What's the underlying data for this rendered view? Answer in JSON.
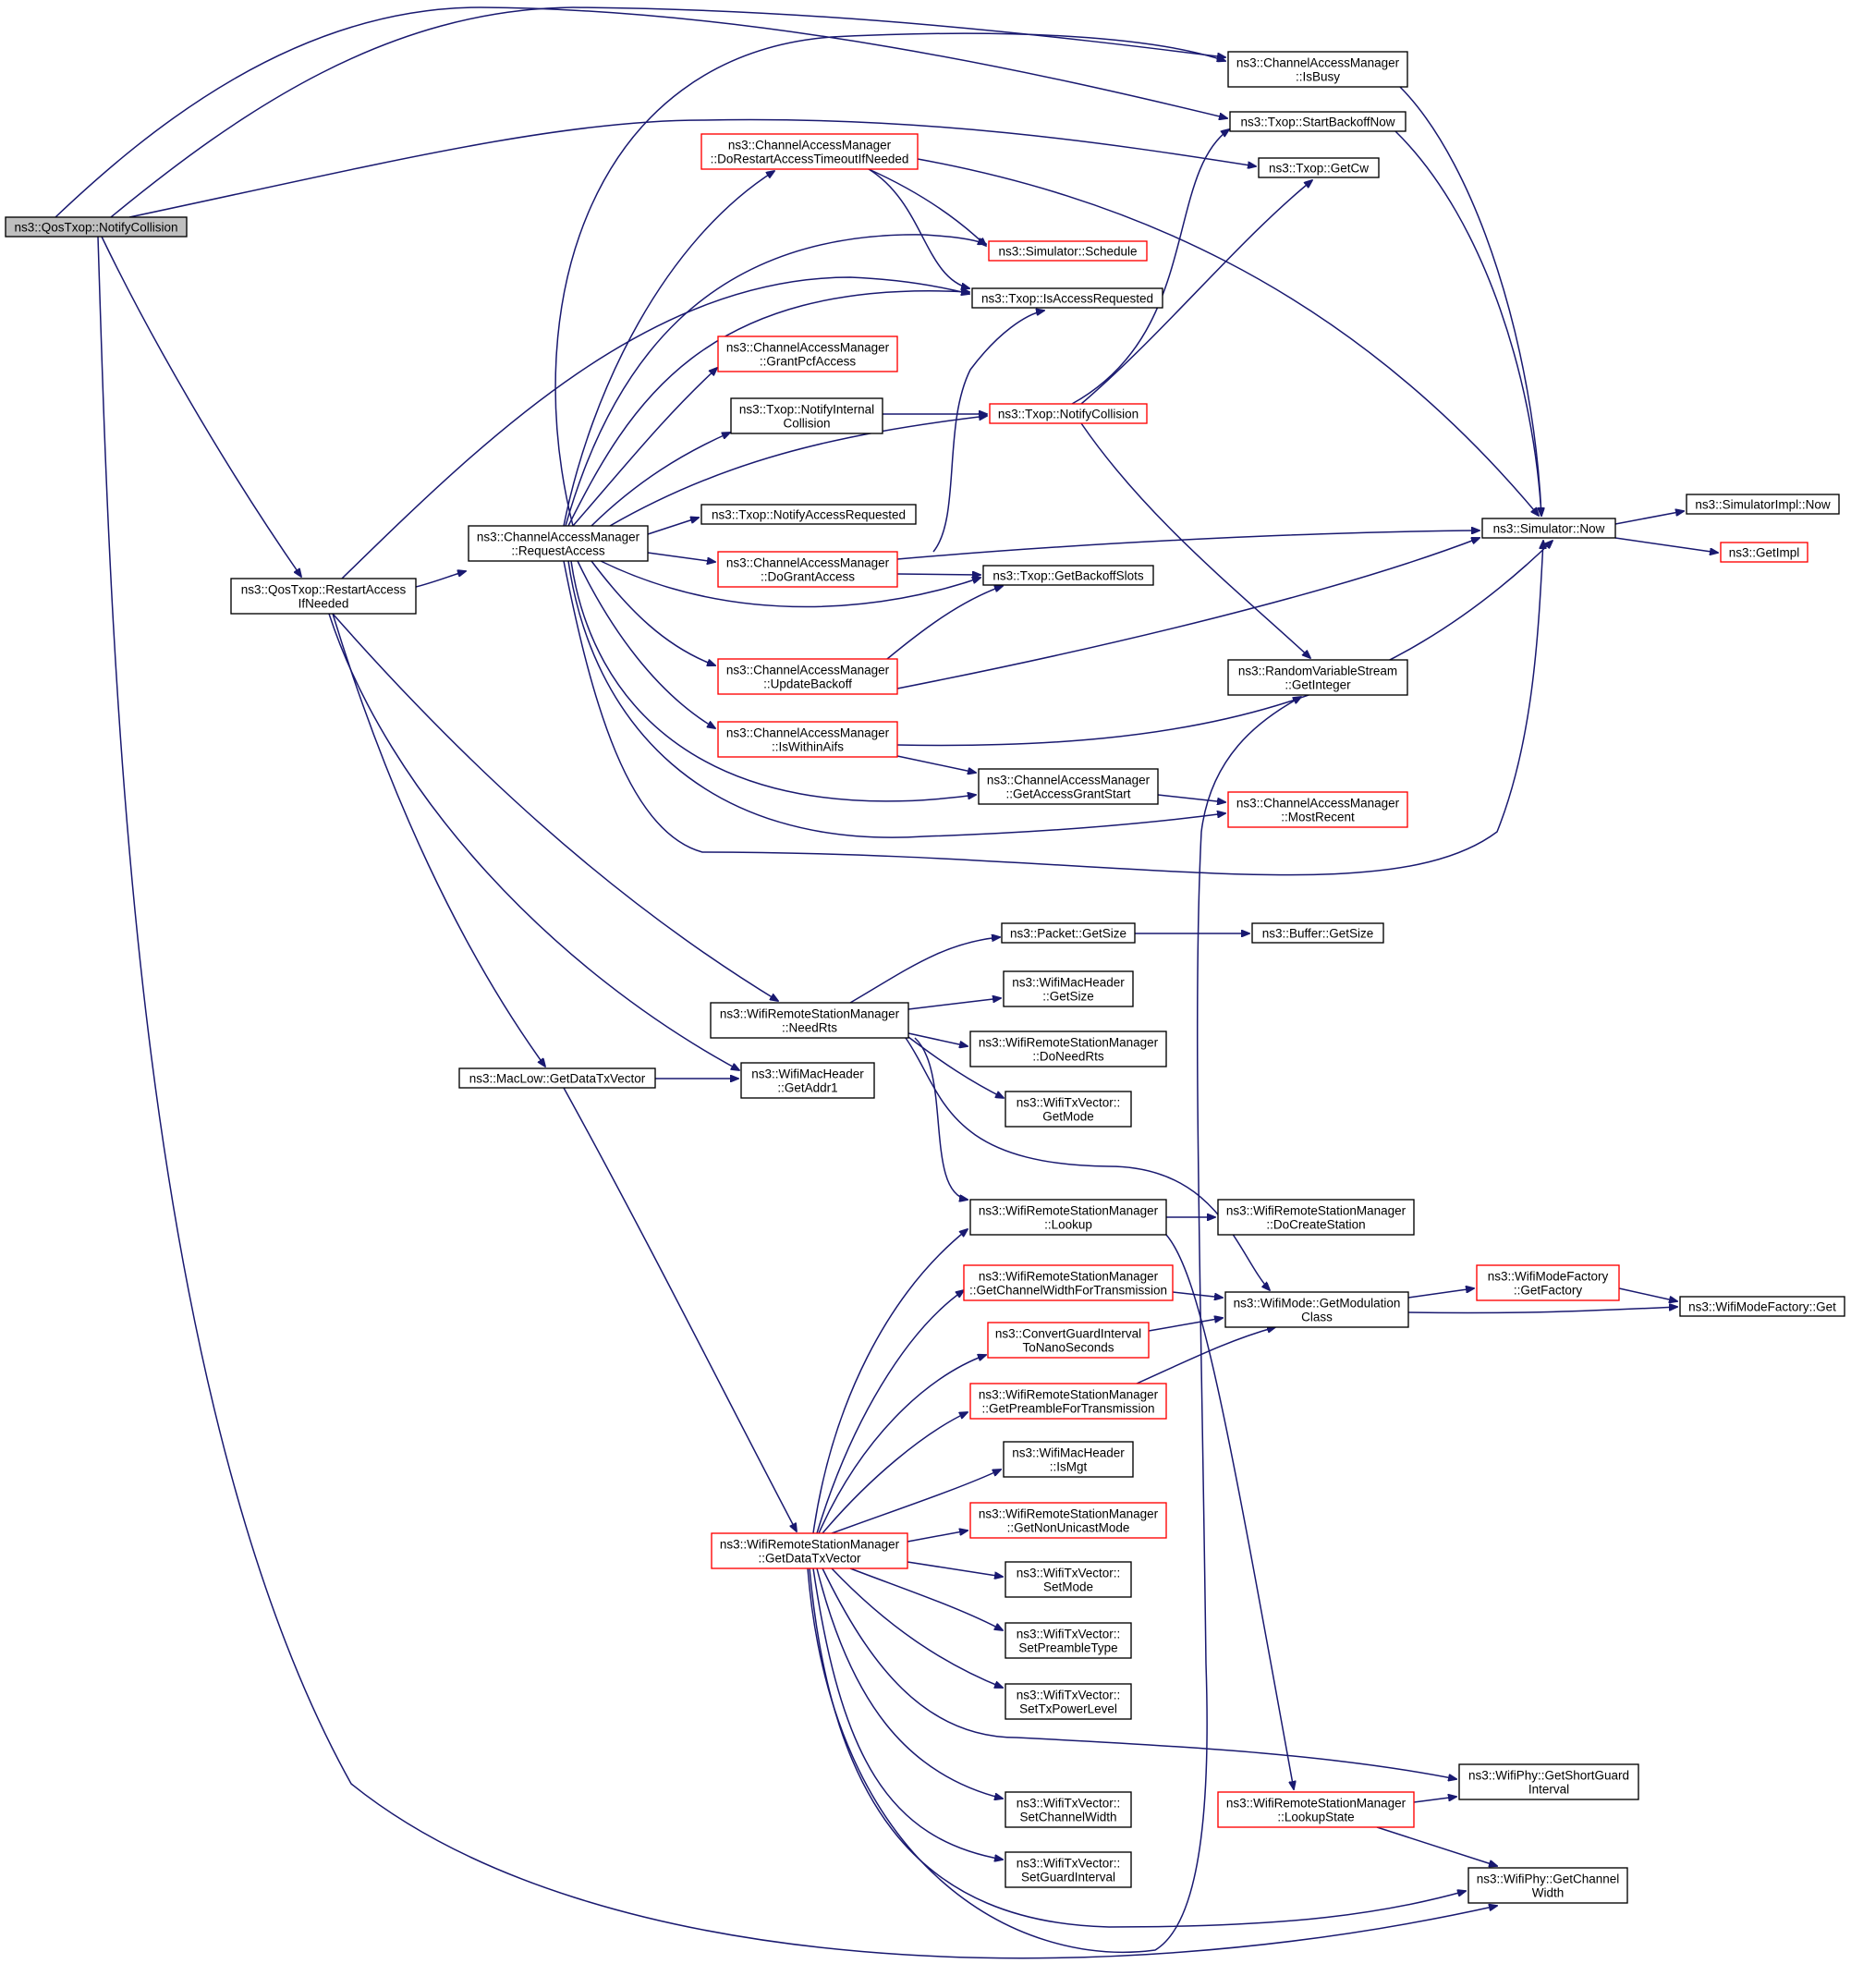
{
  "colors": {
    "edge": "#191970",
    "border_default": "#000000",
    "border_red": "#ff0000",
    "fill_default": "#ffffff",
    "fill_root": "#bfbfbf",
    "text": "#000000"
  },
  "nodes": [
    {
      "id": "root",
      "lines": [
        "ns3::QosTxop::NotifyCollision"
      ],
      "style": "root"
    },
    {
      "id": "cam_isbusy",
      "lines": [
        "ns3::ChannelAccessManager",
        "::IsBusy"
      ],
      "style": "black"
    },
    {
      "id": "txop_startbackoff",
      "lines": [
        "ns3::Txop::StartBackoffNow"
      ],
      "style": "black"
    },
    {
      "id": "txop_getcw",
      "lines": [
        "ns3::Txop::GetCw"
      ],
      "style": "black"
    },
    {
      "id": "cam_dorestart",
      "lines": [
        "ns3::ChannelAccessManager",
        "::DoRestartAccessTimeoutIfNeeded"
      ],
      "style": "red"
    },
    {
      "id": "sim_schedule",
      "lines": [
        "ns3::Simulator::Schedule"
      ],
      "style": "red"
    },
    {
      "id": "txop_isaccessreq",
      "lines": [
        "ns3::Txop::IsAccessRequested"
      ],
      "style": "black"
    },
    {
      "id": "cam_grantpcf",
      "lines": [
        "ns3::ChannelAccessManager",
        "::GrantPcfAccess"
      ],
      "style": "red"
    },
    {
      "id": "txop_notifyinternal",
      "lines": [
        "ns3::Txop::NotifyInternal",
        "Collision"
      ],
      "style": "black"
    },
    {
      "id": "txop_notifycollision",
      "lines": [
        "ns3::Txop::NotifyCollision"
      ],
      "style": "red"
    },
    {
      "id": "cam_requestaccess",
      "lines": [
        "ns3::ChannelAccessManager",
        "::RequestAccess"
      ],
      "style": "black"
    },
    {
      "id": "txop_notifyaccessreq",
      "lines": [
        "ns3::Txop::NotifyAccessRequested"
      ],
      "style": "black"
    },
    {
      "id": "sim_now",
      "lines": [
        "ns3::Simulator::Now"
      ],
      "style": "black"
    },
    {
      "id": "simimpl_now",
      "lines": [
        "ns3::SimulatorImpl::Now"
      ],
      "style": "black"
    },
    {
      "id": "getimpl",
      "lines": [
        "ns3::GetImpl"
      ],
      "style": "red"
    },
    {
      "id": "qos_restart",
      "lines": [
        "ns3::QosTxop::RestartAccess",
        "IfNeeded"
      ],
      "style": "black"
    },
    {
      "id": "cam_dogrant",
      "lines": [
        "ns3::ChannelAccessManager",
        "::DoGrantAccess"
      ],
      "style": "red"
    },
    {
      "id": "txop_getbackoffslots",
      "lines": [
        "ns3::Txop::GetBackoffSlots"
      ],
      "style": "black"
    },
    {
      "id": "rvs_getinteger",
      "lines": [
        "ns3::RandomVariableStream",
        "::GetInteger"
      ],
      "style": "black"
    },
    {
      "id": "cam_updatebackoff",
      "lines": [
        "ns3::ChannelAccessManager",
        "::UpdateBackoff"
      ],
      "style": "red"
    },
    {
      "id": "cam_iswithinaifs",
      "lines": [
        "ns3::ChannelAccessManager",
        "::IsWithinAifs"
      ],
      "style": "red"
    },
    {
      "id": "cam_getaccessgrantstart",
      "lines": [
        "ns3::ChannelAccessManager",
        "::GetAccessGrantStart"
      ],
      "style": "black"
    },
    {
      "id": "cam_mostrecent",
      "lines": [
        "ns3::ChannelAccessManager",
        "::MostRecent"
      ],
      "style": "red"
    },
    {
      "id": "packet_getsize",
      "lines": [
        "ns3::Packet::GetSize"
      ],
      "style": "black"
    },
    {
      "id": "buffer_getsize",
      "lines": [
        "ns3::Buffer::GetSize"
      ],
      "style": "black"
    },
    {
      "id": "wmh_getsize",
      "lines": [
        "ns3::WifiMacHeader",
        "::GetSize"
      ],
      "style": "black"
    },
    {
      "id": "wrsm_needrts",
      "lines": [
        "ns3::WifiRemoteStationManager",
        "::NeedRts"
      ],
      "style": "black"
    },
    {
      "id": "wrsm_doneedrts",
      "lines": [
        "ns3::WifiRemoteStationManager",
        "::DoNeedRts"
      ],
      "style": "black"
    },
    {
      "id": "macllow_getdatatx",
      "lines": [
        "ns3::MacLow::GetDataTxVector"
      ],
      "style": "black"
    },
    {
      "id": "wmh_getaddr1",
      "lines": [
        "ns3::WifiMacHeader",
        "::GetAddr1"
      ],
      "style": "black"
    },
    {
      "id": "wtv_getmode",
      "lines": [
        "ns3::WifiTxVector::",
        "GetMode"
      ],
      "style": "black"
    },
    {
      "id": "wrsm_lookup",
      "lines": [
        "ns3::WifiRemoteStationManager",
        "::Lookup"
      ],
      "style": "black"
    },
    {
      "id": "wrsm_docreatestation",
      "lines": [
        "ns3::WifiRemoteStationManager",
        "::DoCreateStation"
      ],
      "style": "black"
    },
    {
      "id": "wmf_getfactory",
      "lines": [
        "ns3::WifiModeFactory",
        "::GetFactory"
      ],
      "style": "red"
    },
    {
      "id": "wrsm_getchannelwidthfortx",
      "lines": [
        "ns3::WifiRemoteStationManager",
        "::GetChannelWidthForTransmission"
      ],
      "style": "red"
    },
    {
      "id": "wm_getmodulation",
      "lines": [
        "ns3::WifiMode::GetModulation",
        "Class"
      ],
      "style": "black"
    },
    {
      "id": "wmf_get",
      "lines": [
        "ns3::WifiModeFactory::Get"
      ],
      "style": "black"
    },
    {
      "id": "convertguard",
      "lines": [
        "ns3::ConvertGuardInterval",
        "ToNanoSeconds"
      ],
      "style": "red"
    },
    {
      "id": "wrsm_getpreamble",
      "lines": [
        "ns3::WifiRemoteStationManager",
        "::GetPreambleForTransmission"
      ],
      "style": "red"
    },
    {
      "id": "wmh_ismgt",
      "lines": [
        "ns3::WifiMacHeader",
        "::IsMgt"
      ],
      "style": "black"
    },
    {
      "id": "wrsm_getnonunicast",
      "lines": [
        "ns3::WifiRemoteStationManager",
        "::GetNonUnicastMode"
      ],
      "style": "red"
    },
    {
      "id": "wrsm_getdatatx",
      "lines": [
        "ns3::WifiRemoteStationManager",
        "::GetDataTxVector"
      ],
      "style": "red"
    },
    {
      "id": "wtv_setmode",
      "lines": [
        "ns3::WifiTxVector::",
        "SetMode"
      ],
      "style": "black"
    },
    {
      "id": "wtv_setpreamble",
      "lines": [
        "ns3::WifiTxVector::",
        "SetPreambleType"
      ],
      "style": "black"
    },
    {
      "id": "wtv_settxpower",
      "lines": [
        "ns3::WifiTxVector::",
        "SetTxPowerLevel"
      ],
      "style": "black"
    },
    {
      "id": "wphy_getshortguard",
      "lines": [
        "ns3::WifiPhy::GetShortGuard",
        "Interval"
      ],
      "style": "black"
    },
    {
      "id": "wrsm_lookupstate",
      "lines": [
        "ns3::WifiRemoteStationManager",
        "::LookupState"
      ],
      "style": "red"
    },
    {
      "id": "wtv_setchannelwidth",
      "lines": [
        "ns3::WifiTxVector::",
        "SetChannelWidth"
      ],
      "style": "black"
    },
    {
      "id": "wphy_getchannelwidth",
      "lines": [
        "ns3::WifiPhy::GetChannel",
        "Width"
      ],
      "style": "black"
    },
    {
      "id": "wtv_setguard",
      "lines": [
        "ns3::WifiTxVector::",
        "SetGuardInterval"
      ],
      "style": "black"
    }
  ]
}
